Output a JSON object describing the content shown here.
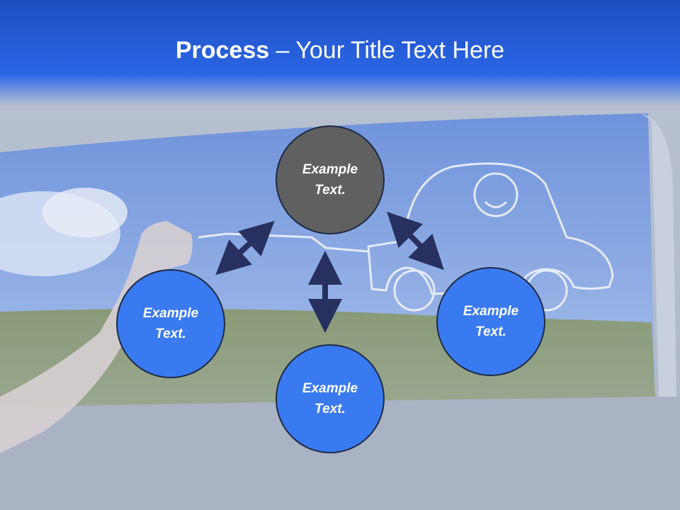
{
  "title": {
    "bold": "Process",
    "rest": " – Your Title Text Here"
  },
  "nodes": {
    "top": {
      "text": "Example\nText.",
      "color": "#606060"
    },
    "left": {
      "text": "Example\nText.",
      "color": "#3a7af0"
    },
    "right": {
      "text": "Example\nText.",
      "color": "#3a7af0"
    },
    "bottom": {
      "text": "Example\nText.",
      "color": "#3a7af0"
    }
  },
  "colors": {
    "title_bar": "#2a66e6",
    "arrow": "#27305e",
    "sky": "#7fa2e0"
  }
}
